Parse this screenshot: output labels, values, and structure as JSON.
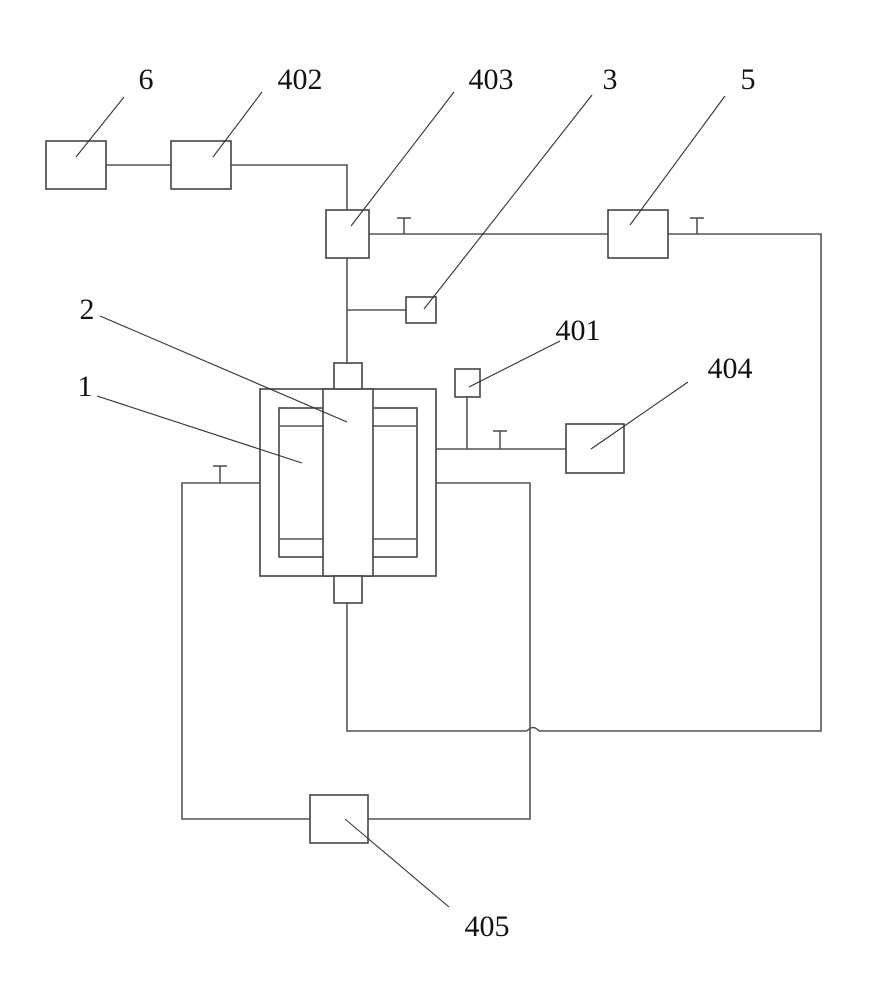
{
  "diagram": {
    "labels": {
      "n6": "6",
      "n402": "402",
      "n403": "403",
      "n3": "3",
      "n5": "5",
      "n2": "2",
      "n401": "401",
      "n404": "404",
      "n1": "1",
      "n405": "405"
    }
  }
}
